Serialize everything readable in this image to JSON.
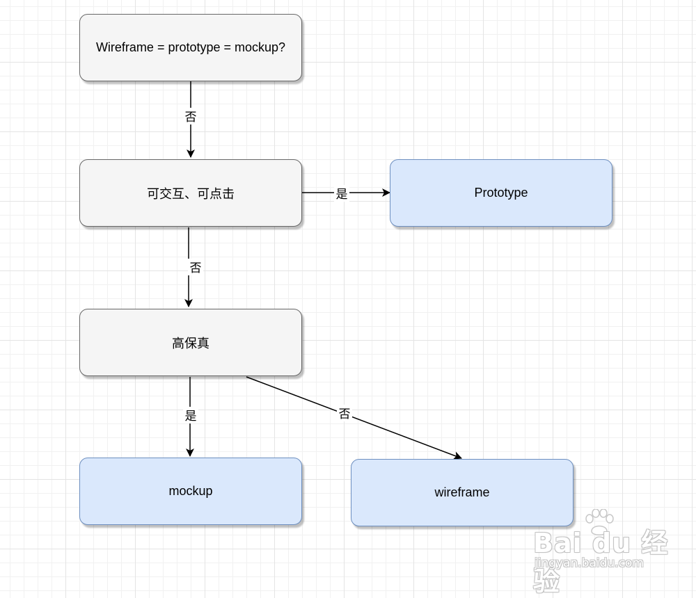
{
  "nodes": {
    "start": "Wireframe = prototype = mockup?",
    "interactive": "可交互、可点击",
    "prototype": "Prototype",
    "high_fidelity": "高保真",
    "mockup": "mockup",
    "wireframe": "wireframe"
  },
  "edges": {
    "start_to_interactive": "否",
    "interactive_to_prototype": "是",
    "interactive_to_high_fidelity": "否",
    "high_fidelity_to_mockup": "是",
    "high_fidelity_to_wireframe": "否"
  },
  "watermark": {
    "logo": "Bai du 经验",
    "url": "jingyan.baidu.com"
  },
  "colors": {
    "decision_fill": "#f5f5f5",
    "decision_stroke": "#666666",
    "result_fill": "#dae8fc",
    "result_stroke": "#6c8ebf"
  }
}
